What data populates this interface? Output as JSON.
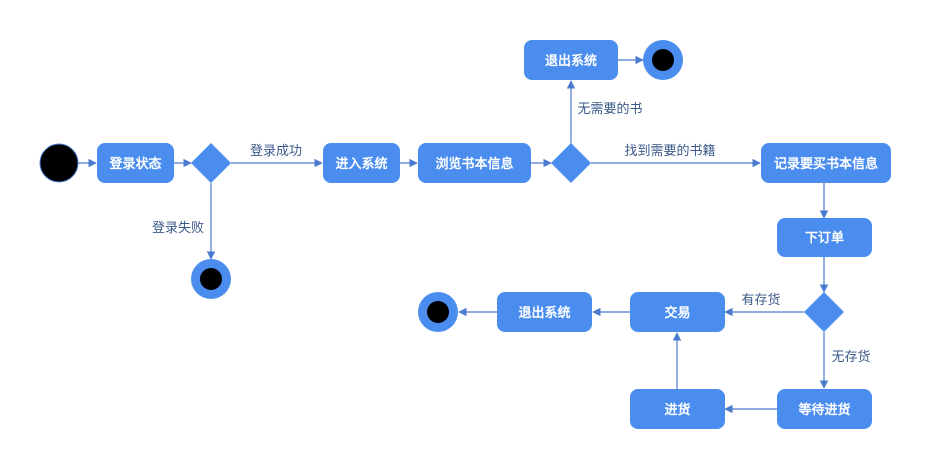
{
  "nodes": {
    "login_state": "登录状态",
    "enter_system": "进入系统",
    "browse_books": "浏览书本信息",
    "exit_system_top": "退出系统",
    "record_books": "记录要买书本信息",
    "place_order": "下订单",
    "transaction": "交易",
    "exit_system_bottom": "退出系统",
    "wait_stock": "等待进货",
    "restock": "进货"
  },
  "edges": {
    "login_success": "登录成功",
    "login_fail": "登录失败",
    "no_book_needed": "无需要的书",
    "book_found": "找到需要的书籍",
    "in_stock": "有存货",
    "out_of_stock": "无存货"
  },
  "colors": {
    "node_fill": "#4a8def",
    "line": "#4a7bcf",
    "start": "#000000"
  }
}
